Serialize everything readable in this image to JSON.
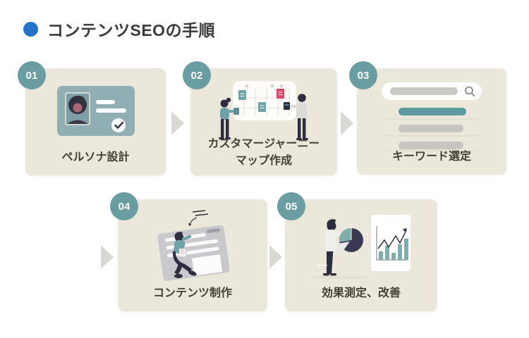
{
  "title": "コンテンツSEOの手順",
  "colors": {
    "bullet_blue": "#2273C9",
    "card_beige": "#EBE7DB",
    "badge_teal": "#6A9DA2",
    "label_text": "#464036",
    "arrow_gray": "#D9D8D4",
    "illustration_teal": "#6FA3A8",
    "illustration_navy": "#2F2E41",
    "sticky_note_red": "#D9476B"
  },
  "steps": [
    {
      "number": "01",
      "label": "ペルソナ設計",
      "icon": "id-card-illustration"
    },
    {
      "number": "02",
      "label": "カスタマージャーニー\nマップ作成",
      "icon": "journey-map-illustration"
    },
    {
      "number": "03",
      "label": "キーワード選定",
      "icon": "keyword-search-illustration"
    },
    {
      "number": "04",
      "label": "コンテンツ制作",
      "icon": "content-writing-illustration"
    },
    {
      "number": "05",
      "label": "効果測定、改善",
      "icon": "analytics-illustration"
    }
  ]
}
